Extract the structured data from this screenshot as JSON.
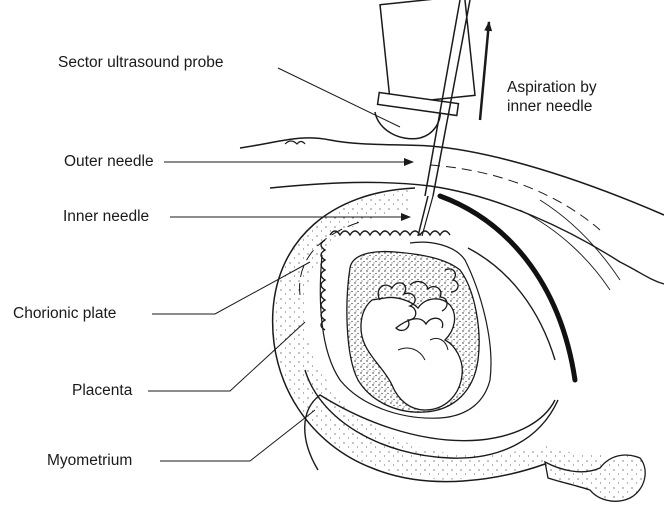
{
  "labels": {
    "probe": "Sector ultrasound probe",
    "outer_needle": "Outer needle",
    "inner_needle": "Inner needle",
    "chorionic_plate": "Chorionic plate",
    "placenta": "Placenta",
    "myometrium": "Myometrium",
    "aspiration_line1": "Aspiration by",
    "aspiration_line2": "inner needle"
  },
  "colors": {
    "ink": "#1a1a1a",
    "paper": "#ffffff"
  }
}
